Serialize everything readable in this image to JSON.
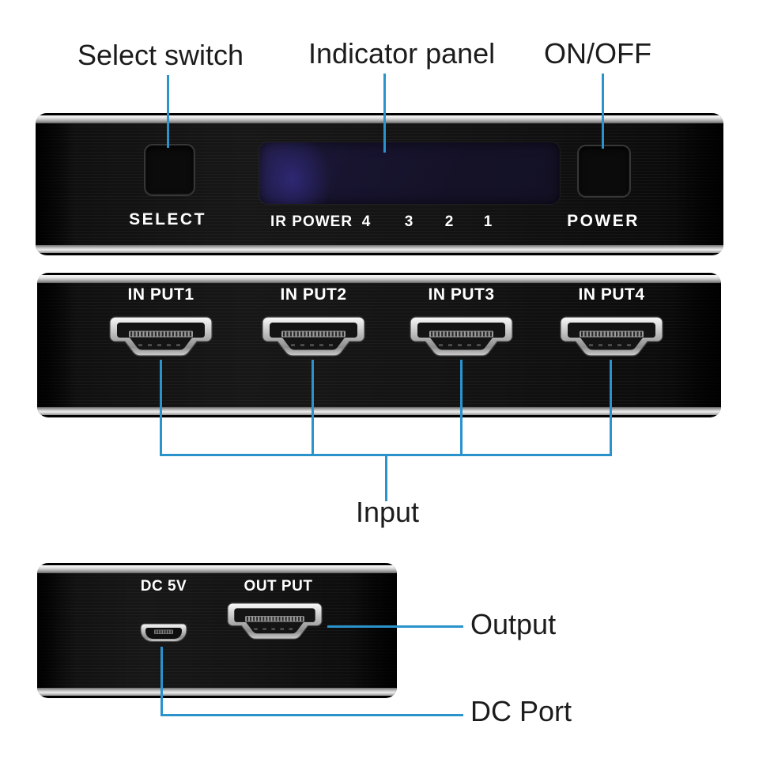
{
  "colors": {
    "leader_line": "#2b93cc",
    "device_body": "#101010",
    "bezel_silver": "#d9d9d9",
    "display_navy": "#171430",
    "callout_text": "#1c1c1c",
    "device_text": "#ffffff"
  },
  "callouts": {
    "select_switch": "Select switch",
    "indicator_panel": "Indicator panel",
    "on_off": "ON/OFF",
    "input": "Input",
    "output": "Output",
    "dc_port": "DC Port"
  },
  "front_panel": {
    "select_label": "SELECT",
    "power_label": "POWER",
    "ir_label": "IR POWER",
    "channel_digits": [
      "4",
      "3",
      "2",
      "1"
    ]
  },
  "input_panel": {
    "port_labels": [
      "IN PUT1",
      "IN PUT2",
      "IN PUT3",
      "IN PUT4"
    ]
  },
  "power_panel": {
    "dc_label": "DC 5V",
    "output_label": "OUT PUT"
  }
}
